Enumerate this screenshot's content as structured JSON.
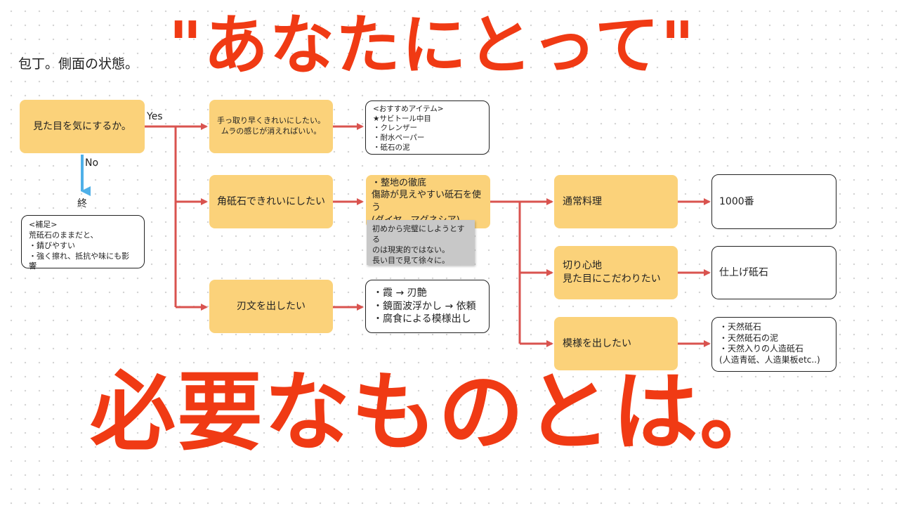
{
  "header": {
    "label": "包丁。側面の状態。"
  },
  "title": {
    "top": "\"あなたにとって\"",
    "bottom": "必要なものとは。"
  },
  "colors": {
    "accent": "#f03a14",
    "node": "#fbd27a",
    "arrow": "#d9534f",
    "no_arrow": "#4fb0e8"
  },
  "nodes": {
    "start": "見た目を気にするか。",
    "quick": "手っ取り早くきれいにしたい。\nムラの感じが消えればいい。",
    "whetstone": "角砥石できれいにしたい",
    "hamon": "刃文を出したい",
    "flatten": "・整地の徹底\n傷跡が見えやすい砥石を使う\n(ダイヤ、マグネシア)",
    "normal": "通常料理",
    "cut": "切り心地\n見た目にこだわりたい",
    "pattern": "模様を出したい"
  },
  "edge_labels": {
    "yes": "Yes",
    "no": "No"
  },
  "end_label": "終",
  "notes": {
    "supplement": "<補足>\n荒砥石のままだと、\n・錆びやすい\n・強く擦れ、抵抗や味にも影響",
    "recommended": "<おすすめアイテム>\n★サビトール中目\n・クレンザー\n・耐水ペーパー\n・砥石の泥",
    "hamon_items": "・霞 → 刃艶\n・鏡面波浮かし → 依頼\n・腐食による模様出し",
    "grit_1000": "1000番",
    "finish_stone": "仕上げ砥石",
    "natural": "・天然砥石\n・天然砥石の泥\n・天然入りの人造砥石\n(人造青砥、人造巣板etc..)",
    "gray_tip": "初めから完璧にしようとする\nのは現実的ではない。\n長い目で見て徐々に。"
  }
}
